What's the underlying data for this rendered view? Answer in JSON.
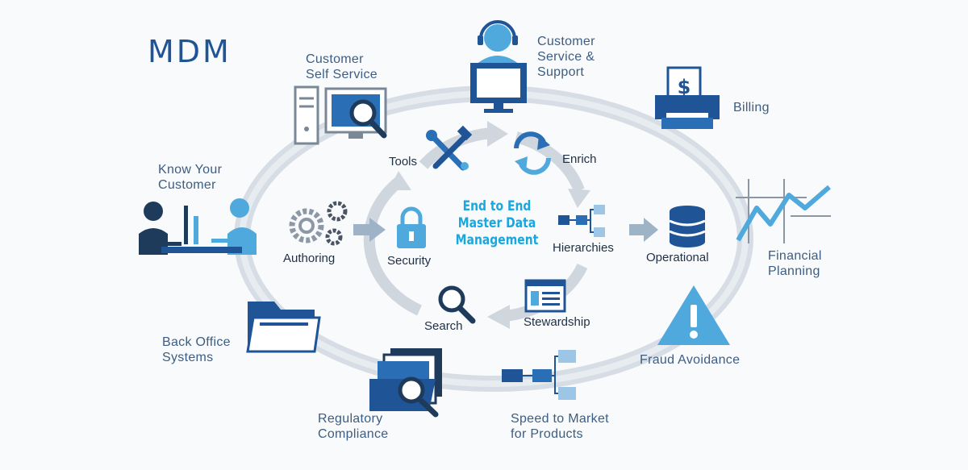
{
  "title": "MDM",
  "center_text": "End to End\nMaster Data\nManagement",
  "outer_items": {
    "customer_self_service": "Customer\nSelf Service",
    "customer_service_support": "Customer\nService &\nSupport",
    "billing": "Billing",
    "know_your_customer": "Know Your\nCustomer",
    "financial_planning": "Financial\nPlanning",
    "back_office_systems": "Back Office\nSystems",
    "fraud_avoidance": "Fraud Avoidance",
    "regulatory_compliance": "Regulatory\nCompliance",
    "speed_to_market": "Speed to Market\nfor Products"
  },
  "inner_items": {
    "tools": "Tools",
    "enrich": "Enrich",
    "authoring": "Authoring",
    "security": "Security",
    "hierarchies": "Hierarchies",
    "operational": "Operational",
    "search": "Search",
    "stewardship": "Stewardship"
  },
  "colors": {
    "navy": "#1f5596",
    "blue": "#2a6fb6",
    "light_blue": "#4fa9dd",
    "cyan": "#18a7df",
    "ring_gray": "#d5dce4",
    "arrow_gray": "#cfd6de",
    "text_outer": "#3c5d83",
    "text_inner": "#1f2f45",
    "gear_gray": "#8d98a6"
  },
  "icons": [
    "server-monitor-search-icon",
    "headset-agent-monitor-icon",
    "printer-bill-icon",
    "people-computers-icon",
    "chart-line-icon",
    "folder-icon",
    "warning-triangle-icon",
    "files-search-icon",
    "hierarchy-nodes-icon",
    "tools-icon",
    "refresh-icon",
    "gears-icon",
    "lock-icon",
    "hierarchy-icon",
    "database-icon",
    "magnifier-icon",
    "window-list-icon"
  ]
}
